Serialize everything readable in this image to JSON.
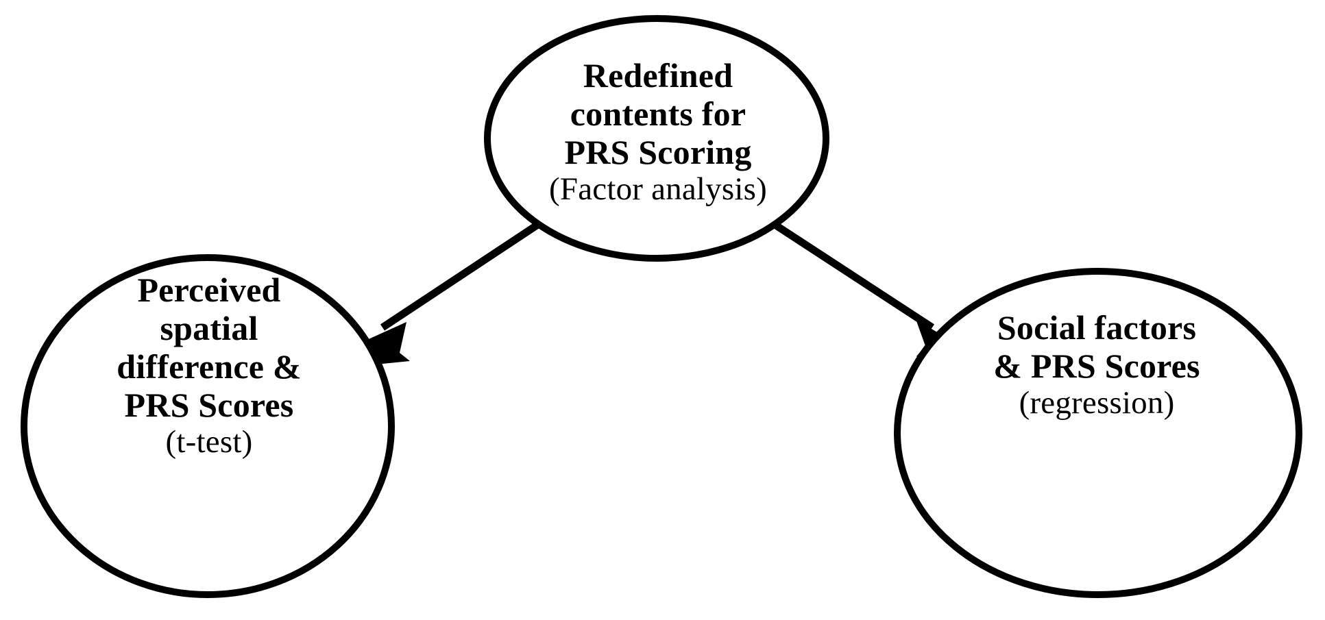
{
  "diagram": {
    "type": "flow-diagram",
    "shape": "ellipse",
    "background_color": "#ffffff",
    "stroke_color": "#000000",
    "text_color": "#000000",
    "nodes": [
      {
        "id": "top",
        "role": "source",
        "title_lines": [
          "Redefined",
          "contents for",
          "PRS Scoring"
        ],
        "method": "(Factor analysis)",
        "title_0": "Redefined",
        "title_1": "contents for",
        "title_2": "PRS Scoring"
      },
      {
        "id": "left",
        "role": "target",
        "title_lines": [
          "Perceived",
          "spatial",
          "difference &",
          "PRS Scores"
        ],
        "method": "(t-test)",
        "title_0": "Perceived",
        "title_1": "spatial",
        "title_2": "difference &",
        "title_3": "PRS Scores"
      },
      {
        "id": "right",
        "role": "target",
        "title_lines": [
          "Social factors",
          "& PRS Scores"
        ],
        "method": "(regression)",
        "title_0": "Social factors",
        "title_1": "& PRS Scores"
      }
    ],
    "edges": [
      {
        "id": "top-to-left",
        "from": "top",
        "to": "left",
        "style": "solid-arrow",
        "direction": "down-left"
      },
      {
        "id": "top-to-right",
        "from": "top",
        "to": "right",
        "style": "solid-arrow",
        "direction": "down-right"
      }
    ]
  }
}
